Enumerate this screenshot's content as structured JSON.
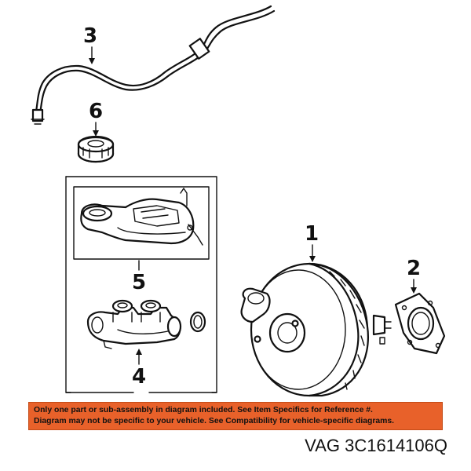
{
  "callouts": {
    "c1": "1",
    "c2": "2",
    "c3": "3",
    "c4": "4",
    "c5": "5",
    "c6": "6"
  },
  "notice": {
    "line1": "Only one part or sub-assembly in diagram included. See Item Specifics for Reference #.",
    "line2": "Diagram may not be specific to your vehicle. See Compatibility for vehicle-specific diagrams.",
    "color": "#e8612a"
  },
  "part_number": "VAG 3C1614106Q"
}
